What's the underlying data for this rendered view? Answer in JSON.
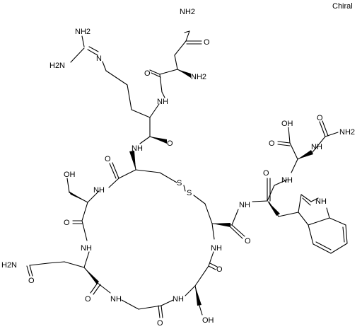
{
  "chirality_label": "Chiral",
  "atom_labels": {
    "nh2_asn1_amide": "NH2",
    "o_asn1_amide": "O",
    "o_asn1_co": "O",
    "nh2_asn1_alpha": "NH2",
    "nh2_guan_1": "NH2",
    "n_guan": "N",
    "nh2_guan_2": "H2N",
    "nh_arg": "NH",
    "o_arg": "O",
    "nh_cys1": "NH",
    "o_cys1": "O",
    "oh_ser1": "OH",
    "nh_ser1": "NH",
    "s_1": "S",
    "s_2": "S",
    "o_ser1": "O",
    "nh_gln": "NH",
    "h2n_gln_amide": "H2N",
    "o_gln_amide": "O",
    "o_gln": "O",
    "nh_gly": "NH",
    "o_gly": "O",
    "nh_ser2": "NH",
    "oh_ser2": "OH",
    "o_ser2": "O",
    "nh_cys2": "NH",
    "nh_cys2_amide": "NH",
    "o_cys2": "O",
    "nh_trp": "NH",
    "o_trp": "O",
    "nh_indole": "NH",
    "oh_cooh": "OH",
    "o_cooh": "O",
    "nh_asn2": "NH",
    "o_asn2_amide": "O",
    "nh2_asn2_amide": "NH2"
  }
}
